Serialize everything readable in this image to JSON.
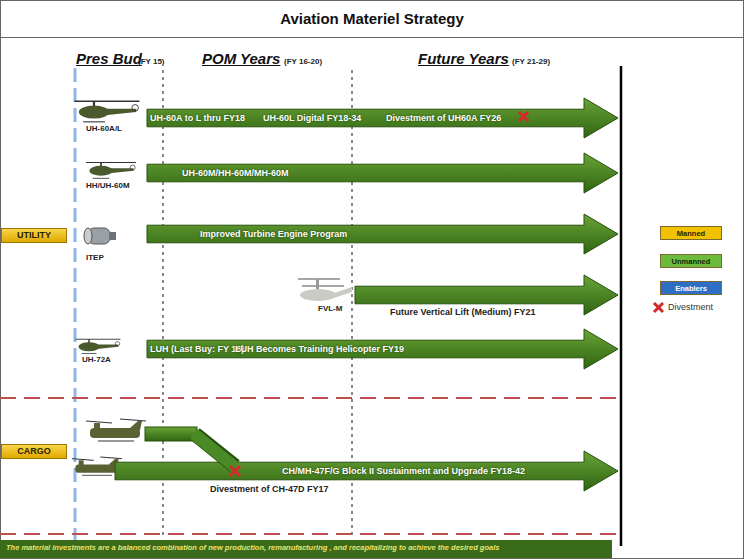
{
  "diagram": {
    "title": "Aviation Materiel Strategy",
    "caption": "The material investments are a balanced combination of new production, remanufacturing , and recapitalizing to achieve the desired goals",
    "nodes": [
      {
        "text": [
          "UTILITY"
        ]
      },
      {
        "text": [
          "UH-60A to L thru FY18",
          "UH-60L Digital FY18-34",
          "Divestment of UH60A FY26"
        ]
      },
      {
        "text": [
          "UH-60M/HH-60M/MH-60M"
        ]
      },
      {
        "text": [
          "Improved Turbine Engine Program"
        ]
      },
      {
        "text": [
          "Future Vertical Lift (Medium) FY21"
        ]
      },
      {
        "text": [
          "LUH (Last Buy: FY 16)",
          "LUH Becomes Training Helicopter FY19"
        ]
      },
      {
        "text": [
          "CARGO"
        ]
      },
      {
        "text": [
          "Divestment of CH-47D FY17"
        ]
      },
      {
        "text": [
          "CH/MH-47F/G Block II Sustainment and Upgrade FY18-42"
        ]
      }
    ],
    "edges": [
      {
        "from": 7,
        "to": 8,
        "arrow": "none"
      }
    ],
    "labels": [
      "Pres Bud",
      "(FY 15)",
      "POM Years",
      "(FY 16-20)",
      "Future Years",
      "(FY 21-29)",
      "UH-60A/L",
      "HH/UH-60M",
      "ITEP",
      "FVL-M",
      "UH-72A"
    ],
    "legend": [
      {
        "text": "Manned",
        "color": "#f2c200"
      },
      {
        "text": "Unmanned",
        "color": "#6dbb3c"
      },
      {
        "text": "Enablers",
        "color": "#2e6ec4"
      },
      {
        "text": "Divestment"
      }
    ]
  }
}
